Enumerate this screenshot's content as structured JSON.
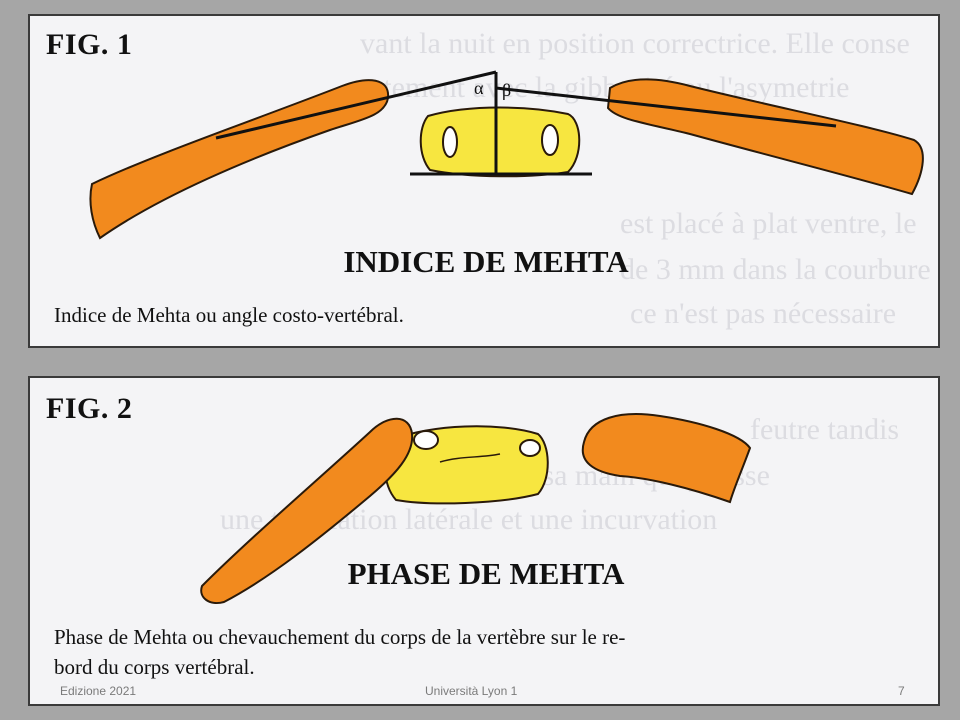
{
  "fig1": {
    "label": "FIG. 1",
    "heading": "INDICE DE MEHTA",
    "caption": "Indice de Mehta ou angle costo-vertébral."
  },
  "fig2": {
    "label": "FIG. 2",
    "heading": "PHASE DE MEHTA",
    "caption_line1": "Phase de Mehta ou chevauchement du corps de la vertèbre sur le re-",
    "caption_line2": "bord du corps vertébral."
  },
  "footer": {
    "edition": "Edizione 2021",
    "university": "Università Lyon 1",
    "page": "7"
  },
  "colors": {
    "rib_orange": "#f28a1e",
    "vertebra_yellow": "#f7e640",
    "slide_gray": "#a6a6a6"
  }
}
